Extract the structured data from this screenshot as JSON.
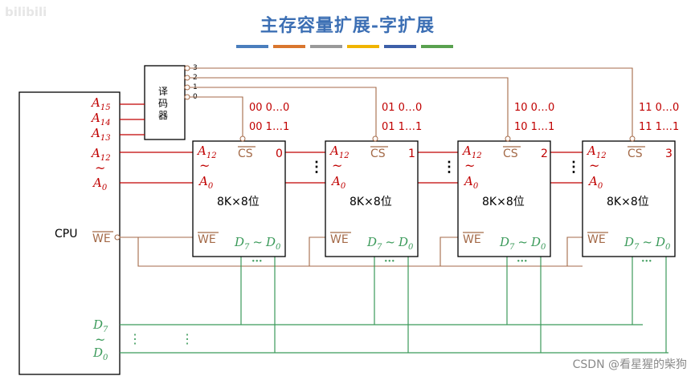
{
  "title": "主存容量扩展-字扩展",
  "watermark": "bilibili",
  "credit": "CSDN @看星猩的柴狗",
  "stripe_colors": [
    "#4a7ebd",
    "#d9762e",
    "#999999",
    "#f0b400",
    "#3d5fa8",
    "#59a14f"
  ],
  "colors": {
    "addr": "#c00000",
    "data": "#3b9a5a",
    "ctrl": "#a46a48",
    "wire": "#a46a48",
    "box": "#000000"
  },
  "cpu": {
    "label": "CPU",
    "a15": "A",
    "a15_sub": "15",
    "a14": "A",
    "a14_sub": "14",
    "a13": "A",
    "a13_sub": "13",
    "a12": "A",
    "a12_sub": "12",
    "tilde": "~",
    "a0": "A",
    "a0_sub": "0",
    "we": "WE",
    "d7": "D",
    "d7_sub": "7",
    "d0": "D",
    "d0_sub": "0"
  },
  "decoder": {
    "label_lines": [
      "译",
      "码",
      "器"
    ],
    "outputs": [
      "3",
      "2",
      "1",
      "0"
    ]
  },
  "chips": [
    {
      "index": "0",
      "size": "8K×8位",
      "code_low": "00 0…0",
      "code_high": "00 1…1"
    },
    {
      "index": "1",
      "size": "8K×8位",
      "code_low": "01 0…0",
      "code_high": "01 1…1"
    },
    {
      "index": "2",
      "size": "8K×8位",
      "code_low": "10 0…0",
      "code_high": "10 1…1"
    },
    {
      "index": "3",
      "size": "8K×8位",
      "code_low": "11 0…0",
      "code_high": "11 1…1"
    }
  ],
  "chip_pins": {
    "a12": "A",
    "a12_sub": "12",
    "tilde": "~",
    "a0": "A",
    "a0_sub": "0",
    "cs": "CS",
    "we": "WE",
    "data": "D",
    "data_hi_sub": "7",
    "data_lo_sub": "0"
  },
  "ellipsis": "⋮",
  "dots": "···"
}
